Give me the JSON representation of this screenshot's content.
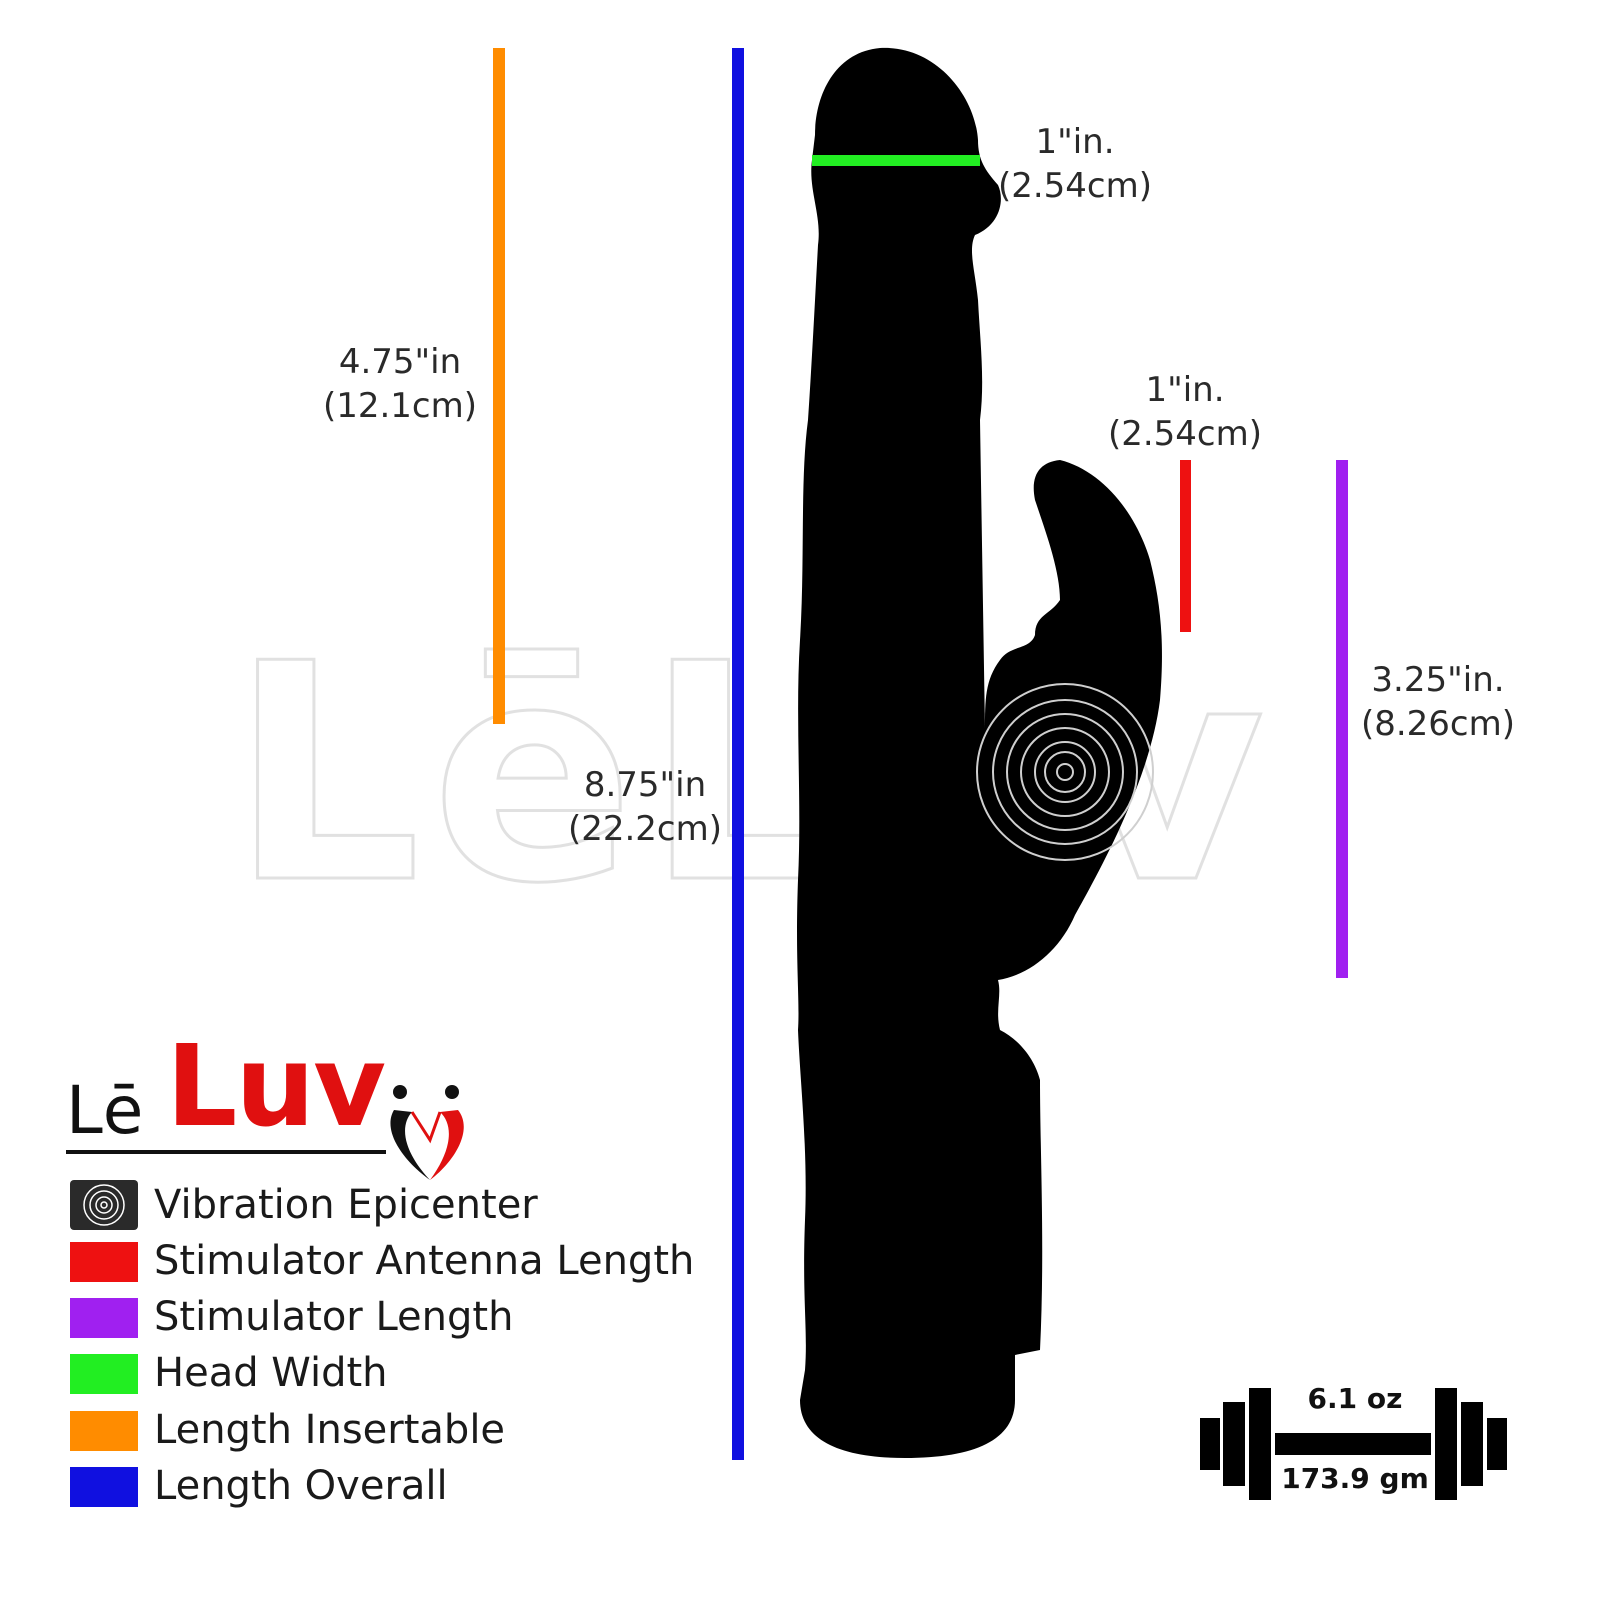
{
  "measurements": {
    "insertable": {
      "in": "4.75\"in",
      "cm": "(12.1cm)",
      "color": "#ff8c00"
    },
    "overall": {
      "in": "8.75\"in",
      "cm": "(22.2cm)",
      "color": "#1010e0"
    },
    "head_width": {
      "in": "1\"in.",
      "cm": "(2.54cm)",
      "color": "#22ee22"
    },
    "antenna": {
      "in": "1\"in.",
      "cm": "(2.54cm)",
      "color": "#ee1111"
    },
    "stimulator": {
      "in": "3.25\"in.",
      "cm": "(8.26cm)",
      "color": "#a020f0"
    }
  },
  "brand": {
    "prefix": "Lē",
    "name": "Luv",
    "accent": "#e01010",
    "watermark": "LēLuv"
  },
  "legend": [
    {
      "label": "Vibration Epicenter",
      "icon": "vibration-icon",
      "color": "#333333"
    },
    {
      "label": "Stimulator Antenna Length",
      "color": "#ee1111"
    },
    {
      "label": "Stimulator Length",
      "color": "#a020f0"
    },
    {
      "label": "Head Width",
      "color": "#22ee22"
    },
    {
      "label": "Length Insertable",
      "color": "#ff8c00"
    },
    {
      "label": "Length Overall",
      "color": "#1010e0"
    }
  ],
  "weight": {
    "oz": "6.1 oz",
    "gm": "173.9 gm",
    "icon": "dumbbell-icon"
  }
}
